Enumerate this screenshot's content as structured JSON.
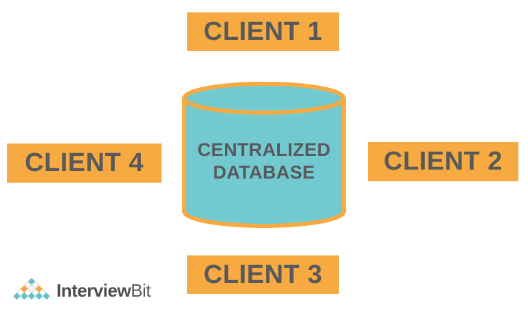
{
  "page": {
    "background": "#ffffff"
  },
  "colors": {
    "accent_orange": "#F7AA41",
    "cylinder_teal": "#72CAD0",
    "label_text": "#58595B",
    "logo_teal": "#5EC3CC",
    "logo_orange": "#F5A83C",
    "logo_diamond_outline": "#D6D6D6",
    "logo_text_primary_color": "#4E4E50",
    "logo_text_secondary_color": "#57585A"
  },
  "diagram": {
    "database": {
      "line1": "CENTRALIZED",
      "line2": "DATABASE"
    },
    "clients": [
      {
        "label": "CLIENT 1",
        "position": "top"
      },
      {
        "label": "CLIENT 2",
        "position": "right"
      },
      {
        "label": "CLIENT 3",
        "position": "bottom"
      },
      {
        "label": "CLIENT 4",
        "position": "left"
      }
    ]
  },
  "branding": {
    "name_primary": "Interview",
    "name_secondary": "Bit",
    "pyramid_rows": [
      [
        "teal"
      ],
      [
        "white",
        "white"
      ],
      [
        "orange",
        "white",
        "orange"
      ],
      [
        "white",
        "white",
        "white",
        "white"
      ],
      [
        "teal",
        "teal",
        "teal",
        "teal",
        "teal"
      ]
    ]
  }
}
